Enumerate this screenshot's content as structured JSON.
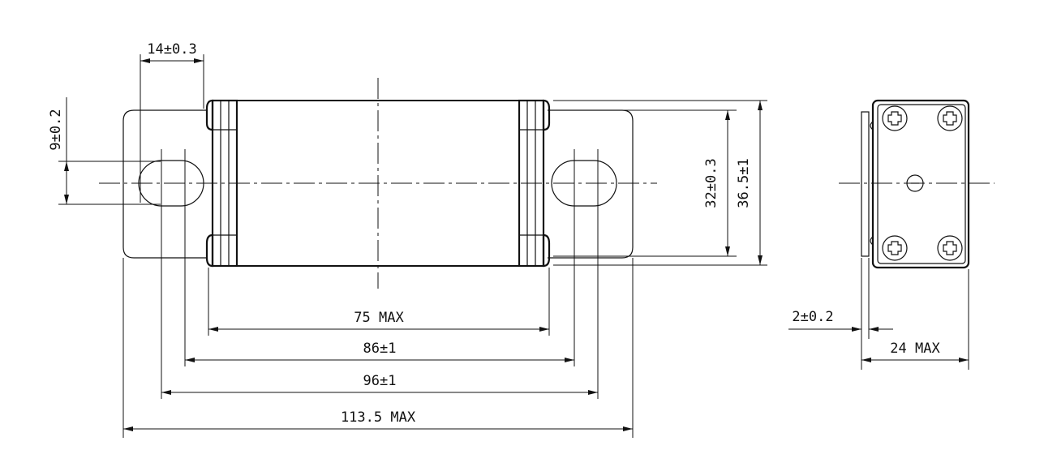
{
  "dimensions": {
    "tab_width": "14±0.3",
    "slot_height": "9±0.2",
    "body_length": "75 MAX",
    "inner_hole_spacing": "86±1",
    "outer_hole_spacing": "96±1",
    "overall_length": "113.5 MAX",
    "inner_height": "32±0.3",
    "overall_height": "36.5±1",
    "tab_thickness": "2±0.2",
    "depth": "24 MAX"
  }
}
